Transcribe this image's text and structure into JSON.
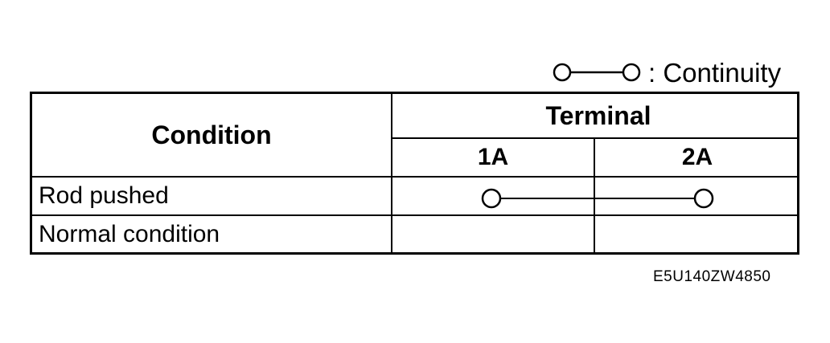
{
  "legend": {
    "symbol": "continuity-symbol",
    "text": ": Continuity"
  },
  "table": {
    "header": {
      "condition": "Condition",
      "terminal": "Terminal",
      "terminals": [
        "1A",
        "2A"
      ]
    },
    "rows": [
      {
        "label": "Rod pushed",
        "continuity": [
          "1A",
          "2A"
        ]
      },
      {
        "label": "Normal condition",
        "continuity": []
      }
    ]
  },
  "figure_code": "E5U140ZW4850"
}
